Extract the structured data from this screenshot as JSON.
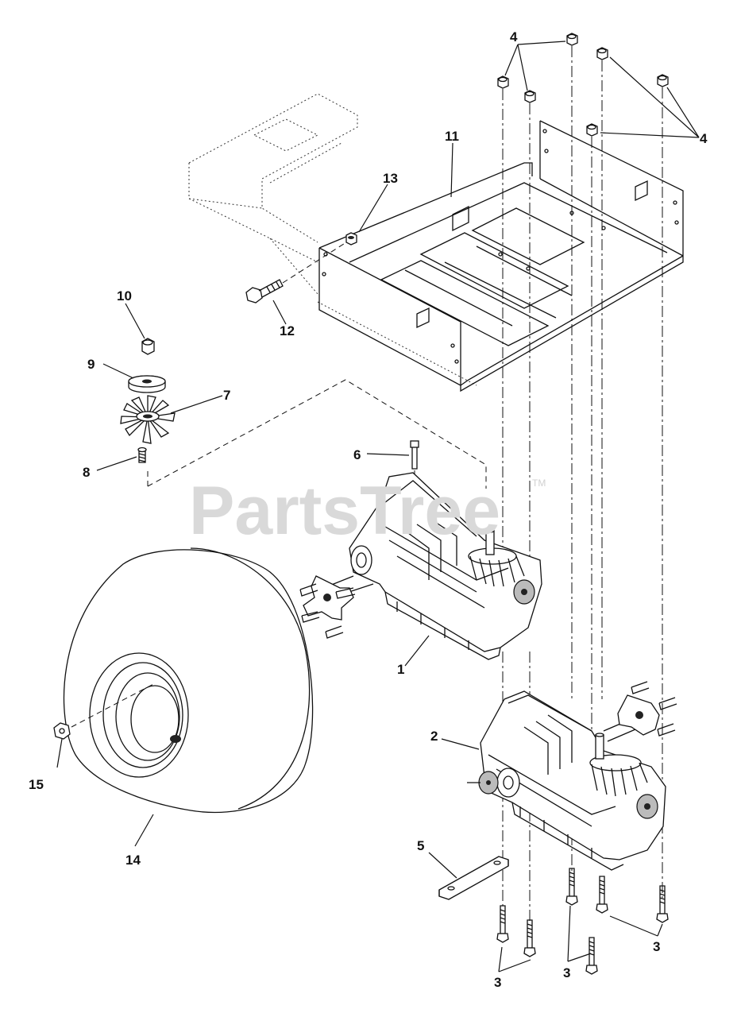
{
  "watermark": {
    "text": "PartsTree",
    "tm": "TM"
  },
  "callouts": {
    "c1": "1",
    "c2": "2",
    "c3a": "3",
    "c3b": "3",
    "c3c": "3",
    "c4a": "4",
    "c4b": "4",
    "c5": "5",
    "c6": "6",
    "c7": "7",
    "c8": "8",
    "c9": "9",
    "c10": "10",
    "c11": "11",
    "c12": "12",
    "c13": "13",
    "c14": "14",
    "c15": "15"
  }
}
